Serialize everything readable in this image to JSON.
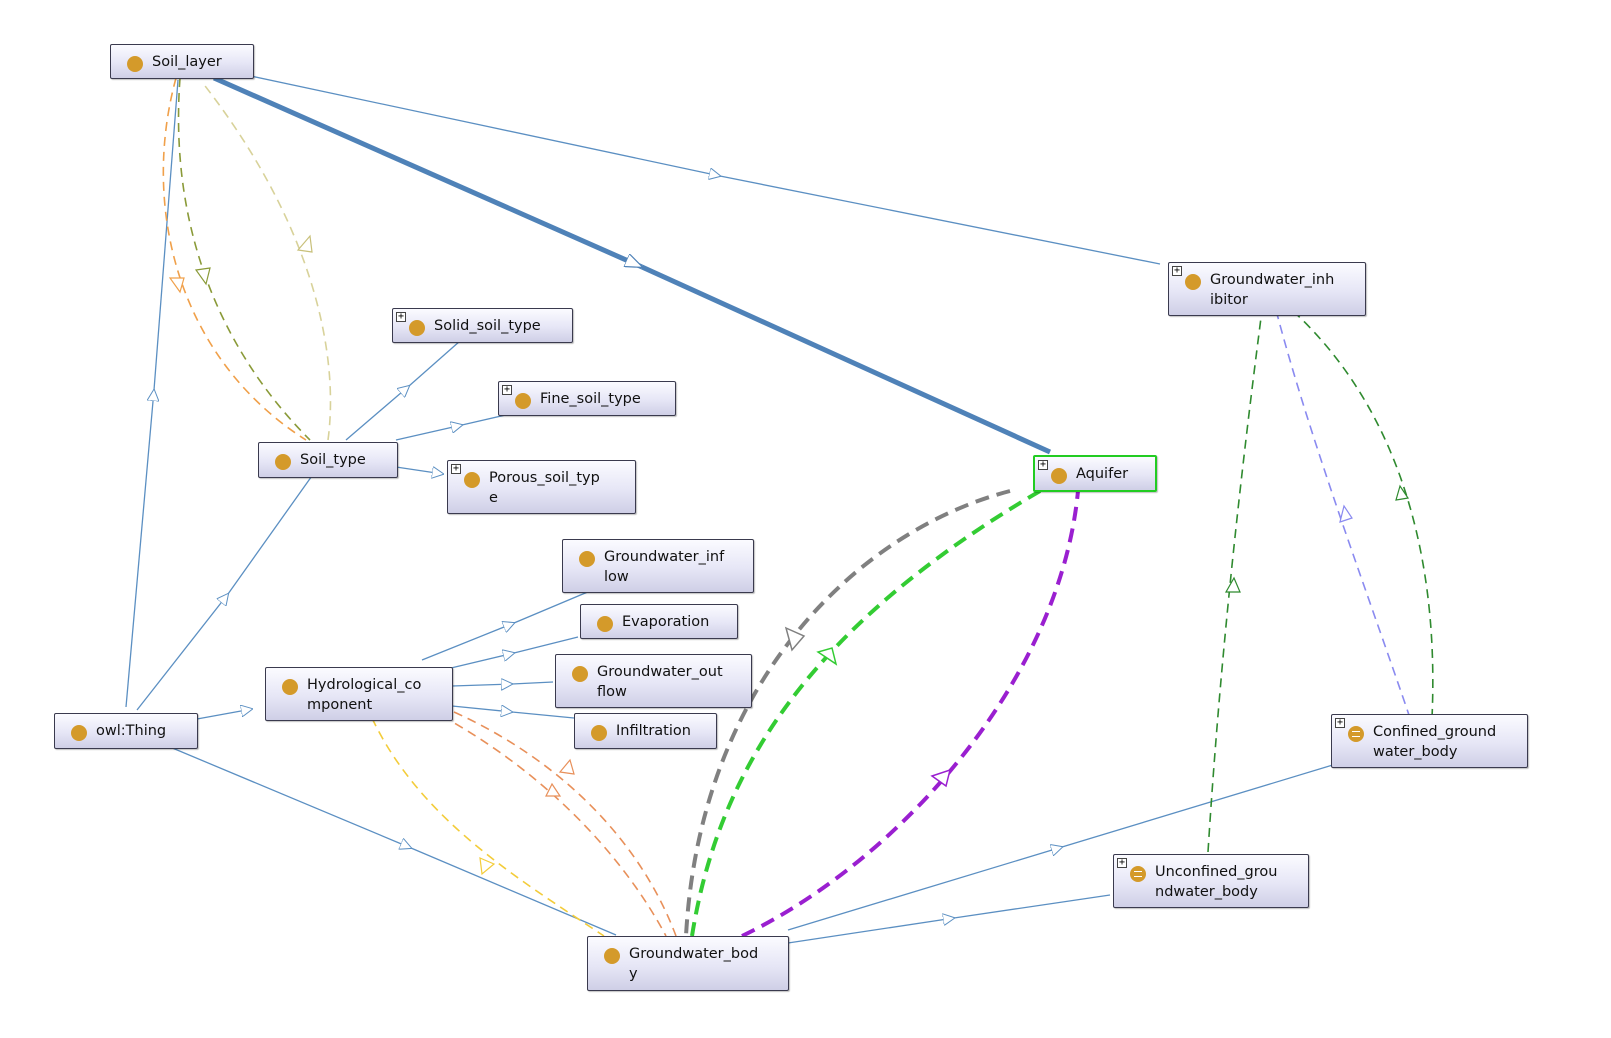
{
  "colors": {
    "subclass_edge": "#5b8fc2",
    "aquifer_edge": "#4f82b8",
    "node_dot": "#d49a2a",
    "selected_border": "#22cc22"
  },
  "nodes": {
    "soil_layer": {
      "label": "Soil_layer",
      "icon": "class-dot-icon",
      "expandable": false
    },
    "groundwater_inhibitor": {
      "label": "Groundwater_inh\nibitor",
      "icon": "class-dot-icon",
      "expandable": true
    },
    "solid_soil_type": {
      "label": "Solid_soil_type",
      "icon": "class-dot-icon",
      "expandable": true
    },
    "fine_soil_type": {
      "label": "Fine_soil_type",
      "icon": "class-dot-icon",
      "expandable": true
    },
    "soil_type": {
      "label": "Soil_type",
      "icon": "class-dot-icon",
      "expandable": false
    },
    "porous_soil_type": {
      "label": "Porous_soil_typ\ne",
      "icon": "class-dot-icon",
      "expandable": true
    },
    "aquifer": {
      "label": "Aquifer",
      "icon": "class-dot-icon",
      "expandable": true,
      "selected": true
    },
    "groundwater_inflow": {
      "label": "Groundwater_inf\nlow",
      "icon": "class-dot-icon",
      "expandable": false
    },
    "evaporation": {
      "label": "Evaporation",
      "icon": "class-dot-icon",
      "expandable": false
    },
    "groundwater_outflow": {
      "label": "Groundwater_out\nflow",
      "icon": "class-dot-icon",
      "expandable": false
    },
    "hydrological_component": {
      "label": "Hydrological_co\nmponent",
      "icon": "class-dot-icon",
      "expandable": false
    },
    "infiltration": {
      "label": "Infiltration",
      "icon": "class-dot-icon",
      "expandable": false
    },
    "owl_thing": {
      "label": "owl:Thing",
      "icon": "class-dot-icon",
      "expandable": false
    },
    "confined_groundwater_body": {
      "label": "Confined_ground\nwater_body",
      "icon": "equivalent-class-icon",
      "expandable": true
    },
    "unconfined_groundwater_body": {
      "label": "Unconfined_grou\nndwater_body",
      "icon": "equivalent-class-icon",
      "expandable": true
    },
    "groundwater_body": {
      "label": "Groundwater_bod\ny",
      "icon": "class-dot-icon",
      "expandable": false
    }
  },
  "expand_symbol": "+"
}
